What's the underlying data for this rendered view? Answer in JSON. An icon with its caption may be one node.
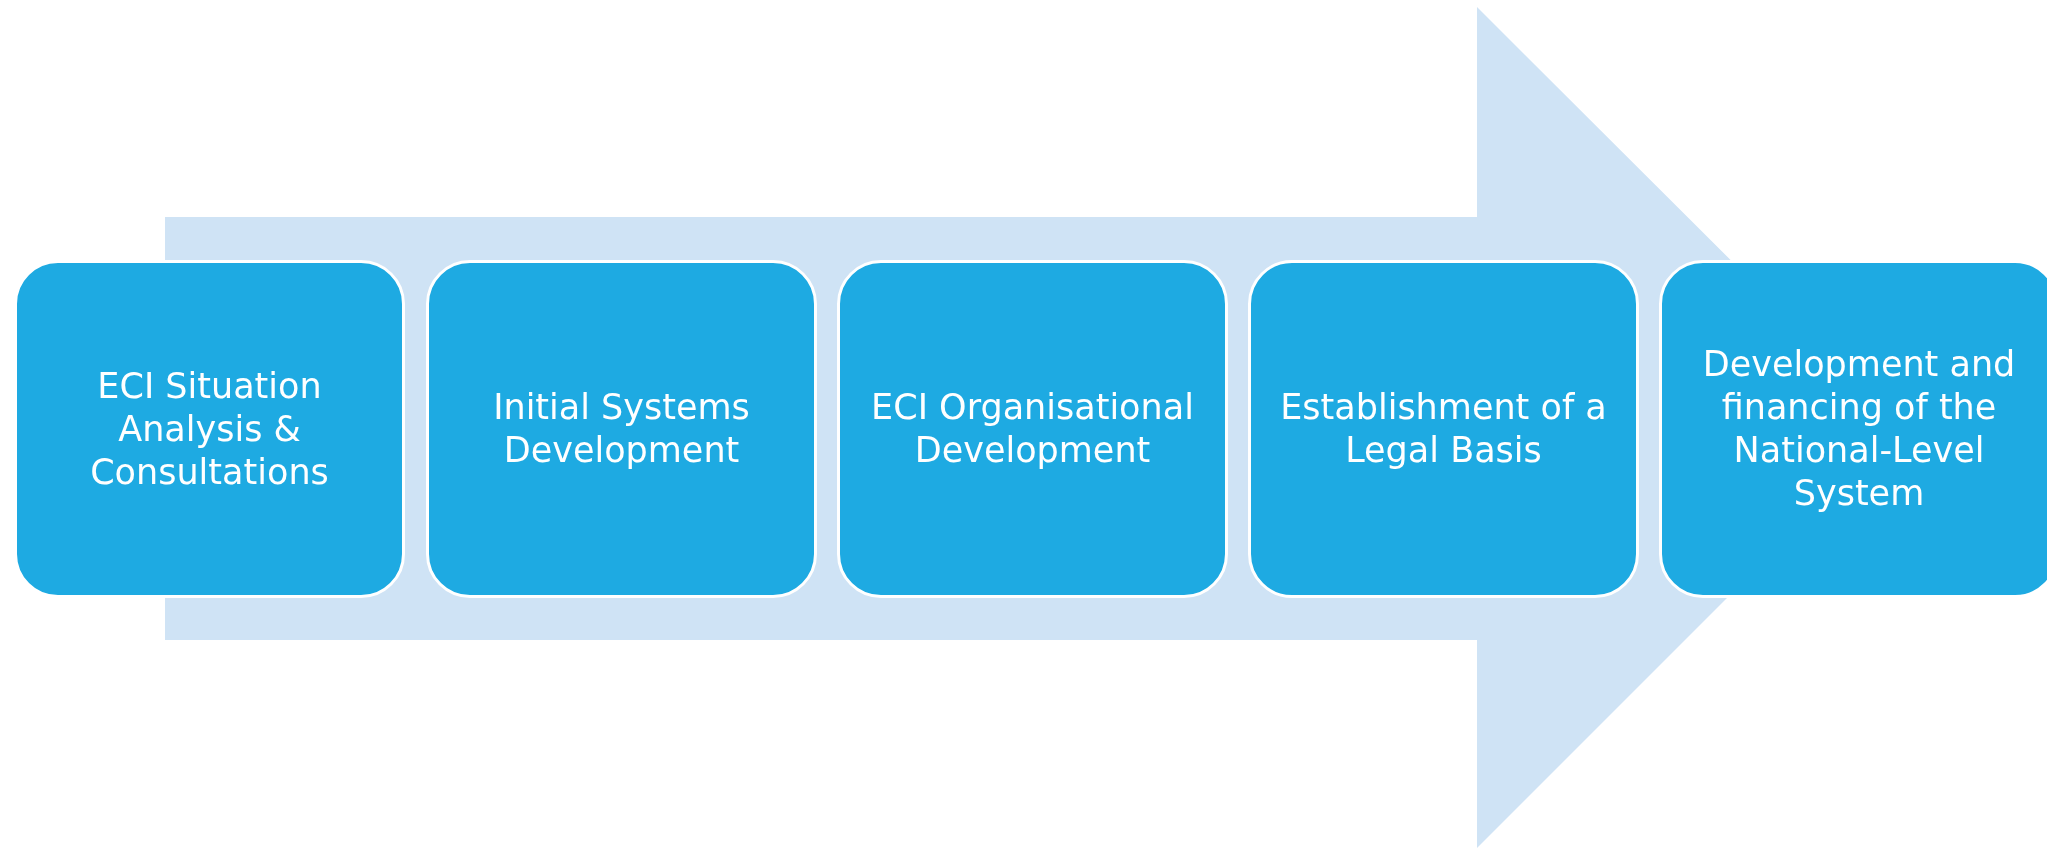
{
  "diagram": {
    "nodes": [
      {
        "text": [
          "ECI Situation Analysis & Consultations"
        ]
      },
      {
        "text": [
          "Initial Systems Development"
        ]
      },
      {
        "text": [
          "ECI Organisational Development"
        ]
      },
      {
        "text": [
          "Establishment of a Legal Basis"
        ]
      },
      {
        "text": [
          "Development and financing of the National-Level System"
        ]
      }
    ],
    "edges": [
      {
        "from": 0,
        "to": 4,
        "arrow": "to"
      }
    ]
  }
}
